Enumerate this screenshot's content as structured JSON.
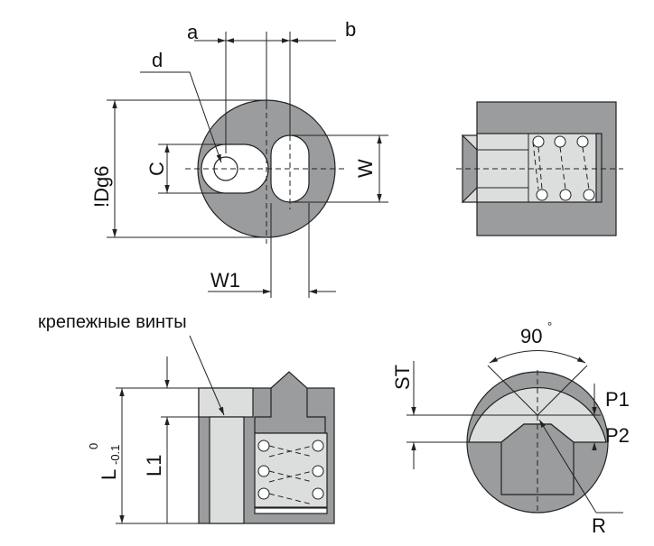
{
  "labels": {
    "a": "a",
    "b": "b",
    "d": "d",
    "C": "C",
    "W": "W",
    "Dg6": "!Dg6",
    "W1": "W1",
    "fasteners": "крепежные винты",
    "L": "L",
    "L_tol_upper": "0",
    "L_tol_lower": "-0.1",
    "L1": "L1",
    "ST": "ST",
    "angle": "90",
    "angle_unit": "°",
    "P1": "P1",
    "P2": "P2",
    "R": "R"
  },
  "colors": {
    "part_fill": "#9a9c9e",
    "part_light": "#dcdddd",
    "line": "#222222"
  }
}
